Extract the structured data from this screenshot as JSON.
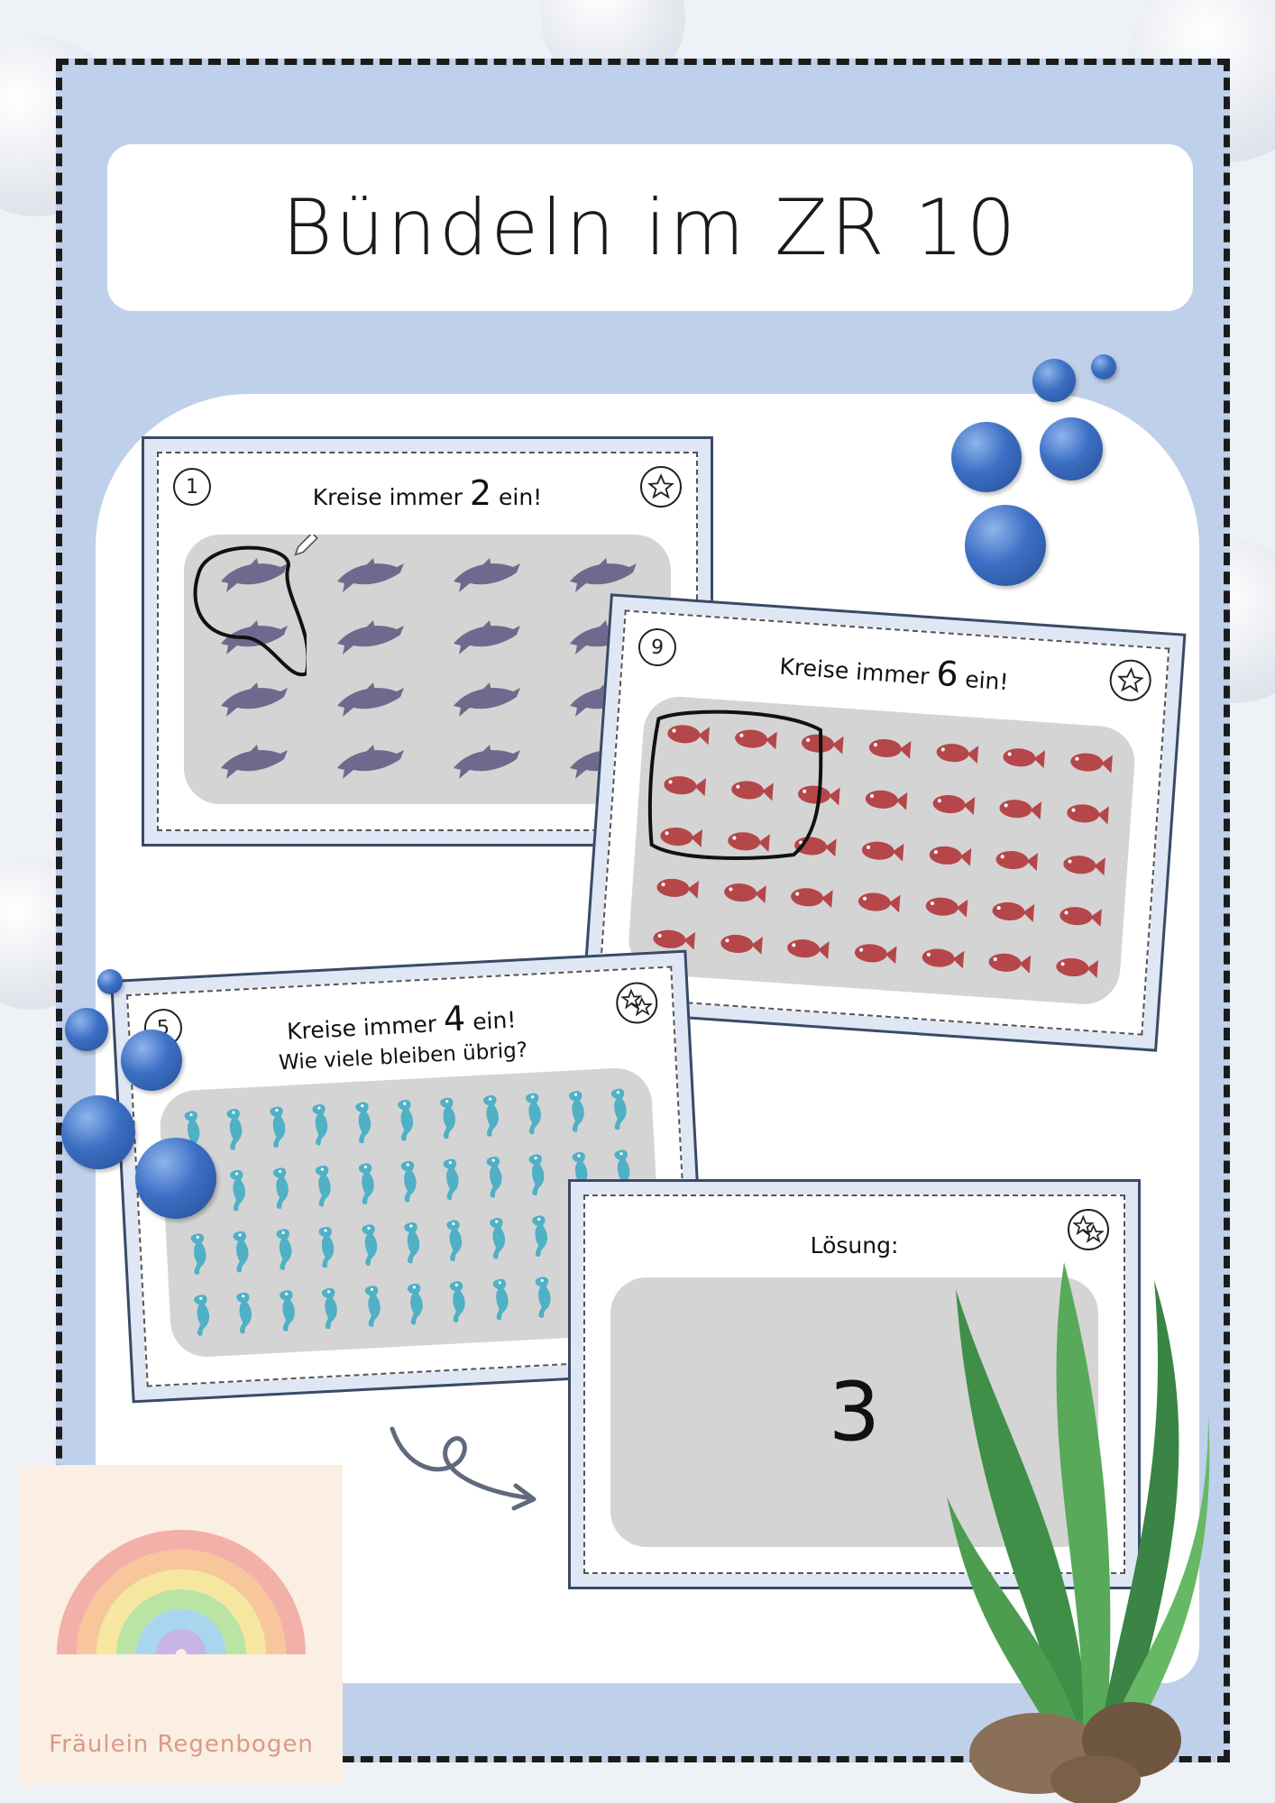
{
  "title": "Bündeln im ZR 10",
  "cards": [
    {
      "number": "1",
      "instruction_pre": "Kreise immer",
      "instruction_num": "2",
      "instruction_post": "ein!",
      "animal": "dolphin",
      "color": "#6e6a8e"
    },
    {
      "number": "9",
      "instruction_pre": "Kreise immer",
      "instruction_num": "6",
      "instruction_post": "ein!",
      "animal": "fish",
      "color": "#b5464a"
    },
    {
      "number": "5",
      "instruction_pre": "Kreise immer",
      "instruction_num": "4",
      "instruction_post": "ein!",
      "question": "Wie viele bleiben übrig?",
      "animal": "seahorse",
      "color": "#4fb0c6"
    }
  ],
  "solution": {
    "label": "Lösung:",
    "value": "3"
  },
  "brand": {
    "name": "Fräulein Regenbogen"
  },
  "icons": {
    "star": "star-icon",
    "arrow": "curly-arrow-icon",
    "pencil": "pencil-icon"
  },
  "colors": {
    "frame_bg": "#bfd0ea",
    "card_bg": "#dfe7f5",
    "play_area": "#d4d4d4",
    "bubble": "#3b6fc4"
  }
}
